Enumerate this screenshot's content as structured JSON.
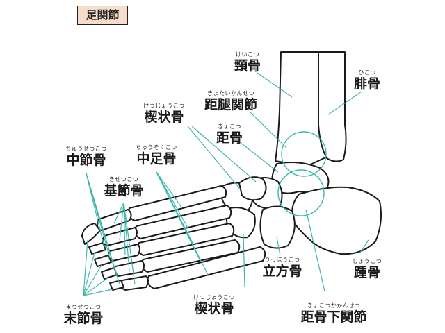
{
  "title": "足関節",
  "labels": {
    "keikotsu": {
      "ruby": "けいこつ",
      "main": "頸骨"
    },
    "hikotsu": {
      "ruby": "ひこつ",
      "main": "腓骨"
    },
    "kyotaikansetsu": {
      "ruby": "きょたいかんせつ",
      "main": "距腿関節"
    },
    "kusabijo_top": {
      "ruby": "けつじょうこつ",
      "main": "楔状骨"
    },
    "kyokotsu": {
      "ruby": "きょこつ",
      "main": "距骨"
    },
    "chusetsu": {
      "ruby": "ちゅうせつこつ",
      "main": "中節骨"
    },
    "chusoku": {
      "ruby": "ちゅうそくこつ",
      "main": "中足骨"
    },
    "kisetsu": {
      "ruby": "きせつこつ",
      "main": "基節骨"
    },
    "shokotsu": {
      "ruby": "しょうこつ",
      "main": "踵骨"
    },
    "rippo": {
      "ruby": "りっぽうこつ",
      "main": "立方骨"
    },
    "kusabijo_bot": {
      "ruby": "けつじょうこつ",
      "main": "楔状骨"
    },
    "kyokotsuka": {
      "ruby": "きょこつかかんせつ",
      "main": "距骨下関節"
    },
    "massetsu": {
      "ruby": "まつせつこつ",
      "main": "末節骨"
    }
  },
  "colors": {
    "leader": "#3fb6ad",
    "outline": "#1a1a1a",
    "title_bg": "#f8dccb"
  }
}
